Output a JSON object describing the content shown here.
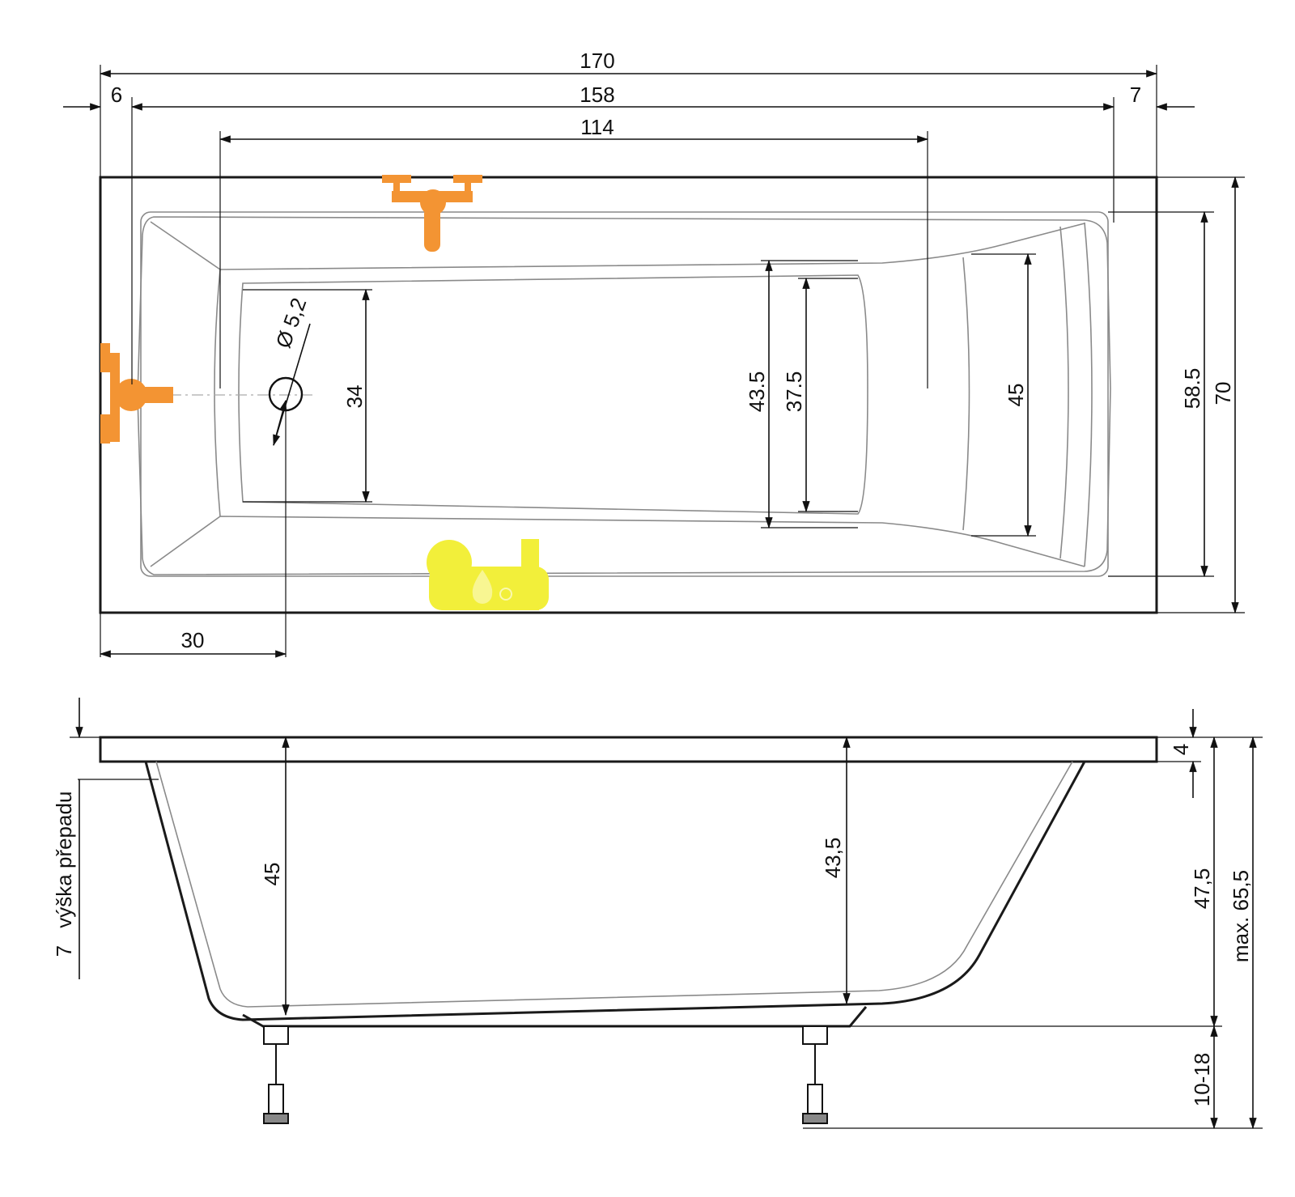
{
  "top_view": {
    "dimensions": {
      "total_length": "170",
      "left_rim": "6",
      "inner_length": "158",
      "right_rim": "7",
      "bottom_length": "114",
      "drain_diameter": "Ø 5,2",
      "bottom_width_left": "34",
      "inner_width_a": "43.5",
      "inner_width_b": "37.5",
      "backrest_width": "45",
      "inner_width": "58.5",
      "total_width": "70",
      "drain_offset": "30"
    }
  },
  "side_view": {
    "dimensions": {
      "overflow_height": "7",
      "overflow_label": "výška přepadu",
      "depth_left": "45",
      "depth_right": "43,5",
      "rim_thickness": "4",
      "tub_height": "47,5",
      "leg_range": "10-18",
      "max_height": "max. 65,5"
    }
  },
  "colors": {
    "fitting": "#f39433",
    "overflow_symbol": "#f2ef3a",
    "line": "#1a1a1a"
  },
  "icons": [
    "faucet-icon",
    "overflow-drain-icon"
  ]
}
